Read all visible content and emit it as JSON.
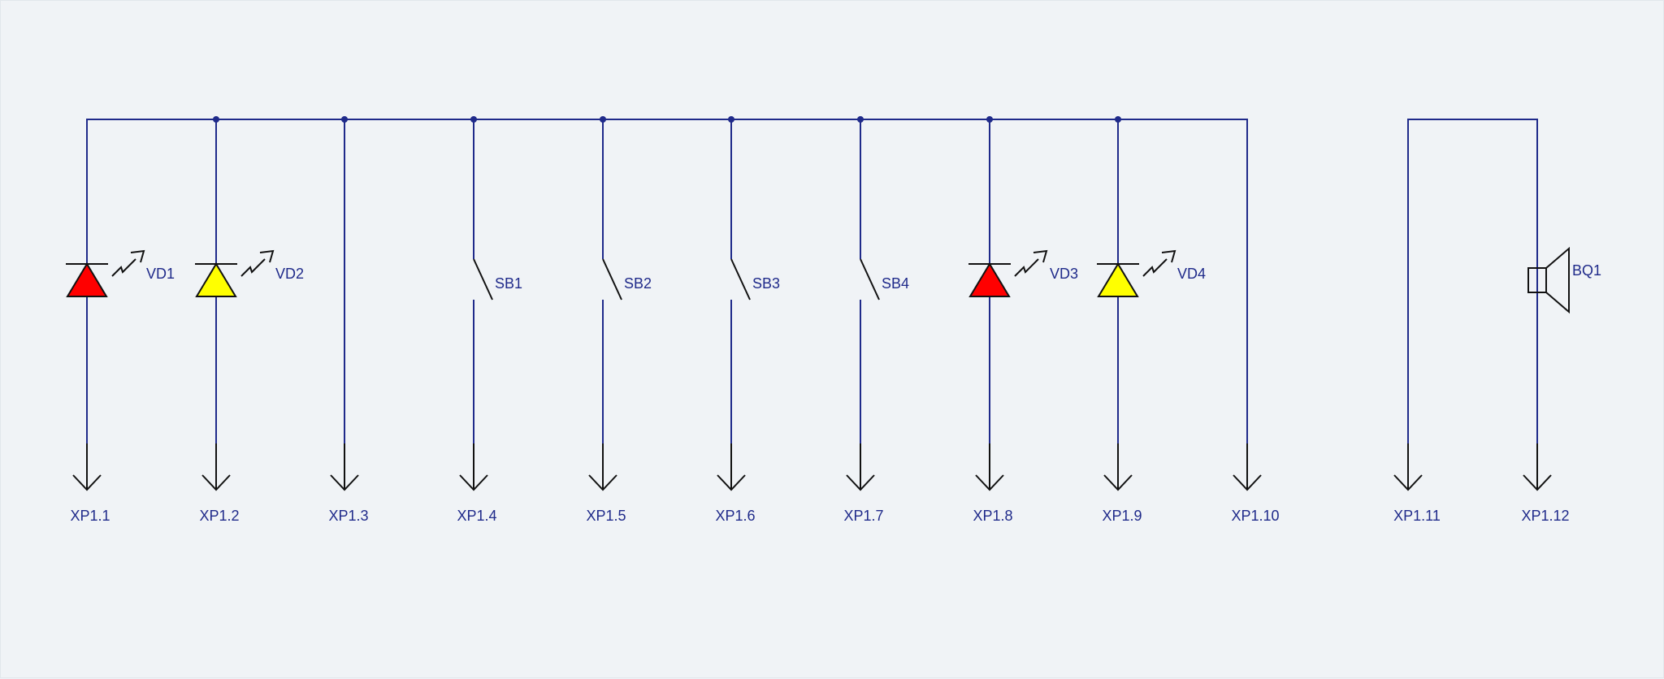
{
  "diagram": {
    "colors": {
      "wire": "#1f2a8a",
      "symbol": "#111111",
      "led_red": "#ff0000",
      "led_yellow": "#ffff00",
      "background": "#f0f3f6"
    },
    "junction_dots": [
      "XP1.2",
      "XP1.3",
      "XP1.4",
      "XP1.5",
      "XP1.6",
      "XP1.7",
      "XP1.8",
      "XP1.9"
    ],
    "branches": [
      {
        "terminal": "XP1.1",
        "component": {
          "type": "led",
          "color": "red",
          "label": "VD1"
        }
      },
      {
        "terminal": "XP1.2",
        "component": {
          "type": "led",
          "color": "yellow",
          "label": "VD2"
        }
      },
      {
        "terminal": "XP1.3",
        "component": null
      },
      {
        "terminal": "XP1.4",
        "component": {
          "type": "switch",
          "label": "SB1"
        }
      },
      {
        "terminal": "XP1.5",
        "component": {
          "type": "switch",
          "label": "SB2"
        }
      },
      {
        "terminal": "XP1.6",
        "component": {
          "type": "switch",
          "label": "SB3"
        }
      },
      {
        "terminal": "XP1.7",
        "component": {
          "type": "switch",
          "label": "SB4"
        }
      },
      {
        "terminal": "XP1.8",
        "component": {
          "type": "led",
          "color": "red",
          "label": "VD3"
        }
      },
      {
        "terminal": "XP1.9",
        "component": {
          "type": "led",
          "color": "yellow",
          "label": "VD4"
        }
      },
      {
        "terminal": "XP1.10",
        "component": null
      },
      {
        "terminal": "XP1.11",
        "component": null
      },
      {
        "terminal": "XP1.12",
        "component": {
          "type": "speaker",
          "label": "BQ1"
        }
      }
    ]
  }
}
